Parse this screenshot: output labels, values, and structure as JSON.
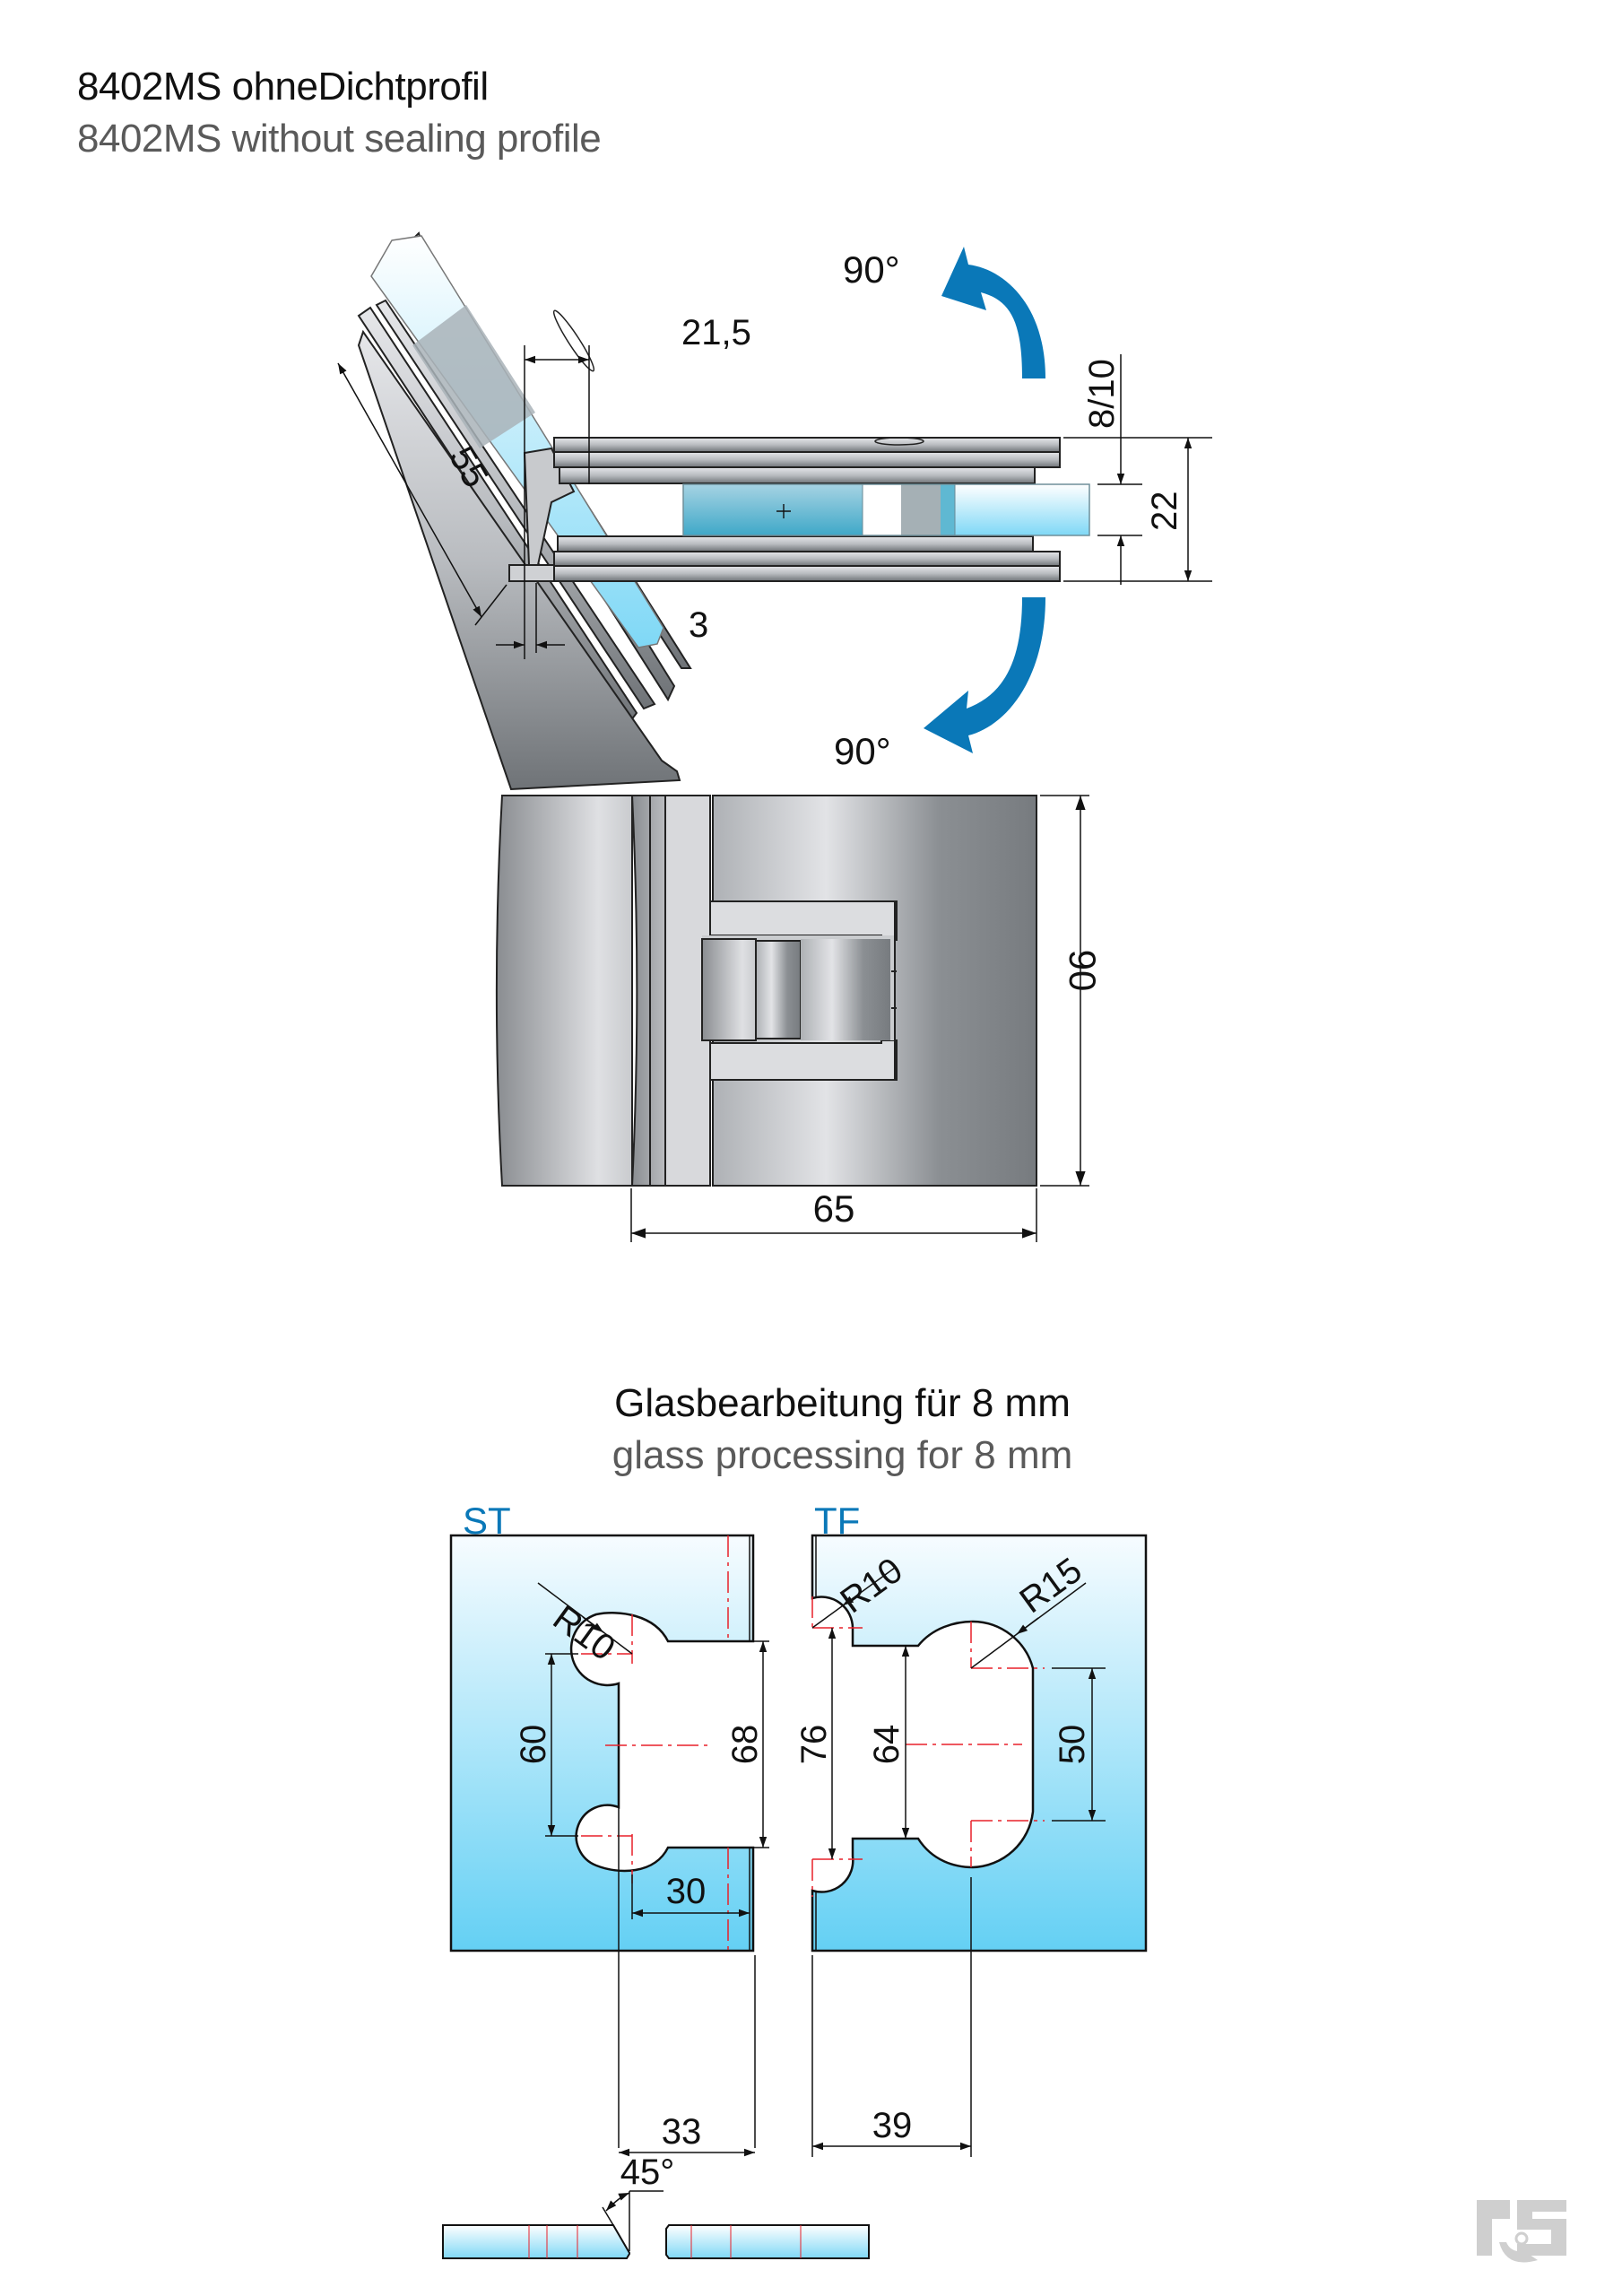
{
  "header": {
    "title_de": "8402MS ohneDichtprofil",
    "title_en": "8402MS without sealing profile"
  },
  "top_view": {
    "rotation_up": "90°",
    "rotation_down": "90°",
    "dimensions": {
      "offset": "21,5",
      "arm_length": "55",
      "gap": "3",
      "glass_thickness": "8/10",
      "body_height": "22"
    }
  },
  "front_view": {
    "dimensions": {
      "height": "90",
      "width": "65"
    }
  },
  "glass_processing": {
    "heading_de": "Glasbearbeitung für 8 mm",
    "heading_en": "glass processing for 8 mm",
    "variants": [
      {
        "label": "ST",
        "dimensions": {
          "radius": "R10",
          "center_distance": "60",
          "cutout_height": "68",
          "depth_inner": "30",
          "depth_outer": "33"
        }
      },
      {
        "label": "TF",
        "dimensions": {
          "radius_small": "R10",
          "radius_large": "R15",
          "outer_height": "76",
          "cutout_height": "64",
          "center_distance": "50",
          "depth": "39"
        }
      }
    ],
    "bevel_angle": "45°"
  },
  "colors": {
    "accent_blue": "#0a78b8",
    "glass_light": "#f4fbff",
    "glass_dark": "#66d2f4",
    "centerline_red": "#e8202a",
    "metal_dark": "#7b7f83",
    "metal_light": "#e4e5e8"
  },
  "logo": {
    "name": "rs-logo"
  }
}
